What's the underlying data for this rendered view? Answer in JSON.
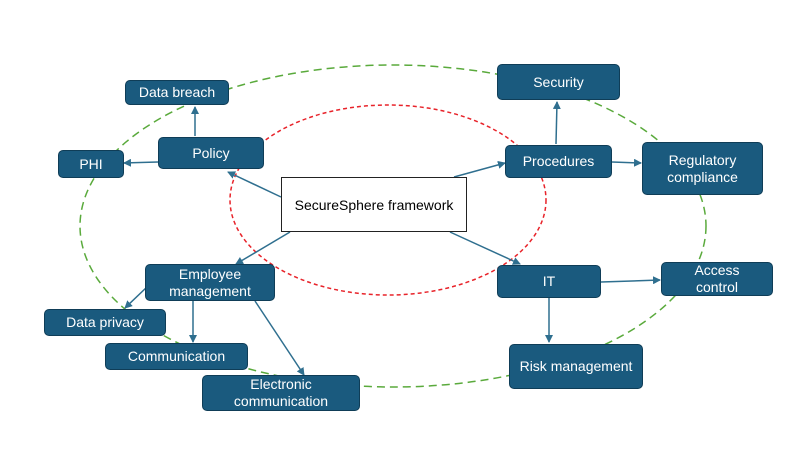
{
  "diagram": {
    "center": "SecureSphere framework",
    "nodes": {
      "data_breach": "Data breach",
      "policy": "Policy",
      "phi": "PHI",
      "security": "Security",
      "procedures": "Procedures",
      "regulatory": "Regulatory\ncompliance",
      "employee": "Employee\nmanagement",
      "data_privacy": "Data privacy",
      "communication": "Communication",
      "electronic": "Electronic\ncommunication",
      "it": "IT",
      "access": "Access\ncontrol",
      "risk": "Risk management"
    },
    "colors": {
      "node_fill": "#1a5a7e",
      "arrow": "#2f6f8f",
      "inner_ellipse": "#e8232a",
      "outer_ellipse": "#5aaa3c"
    }
  }
}
